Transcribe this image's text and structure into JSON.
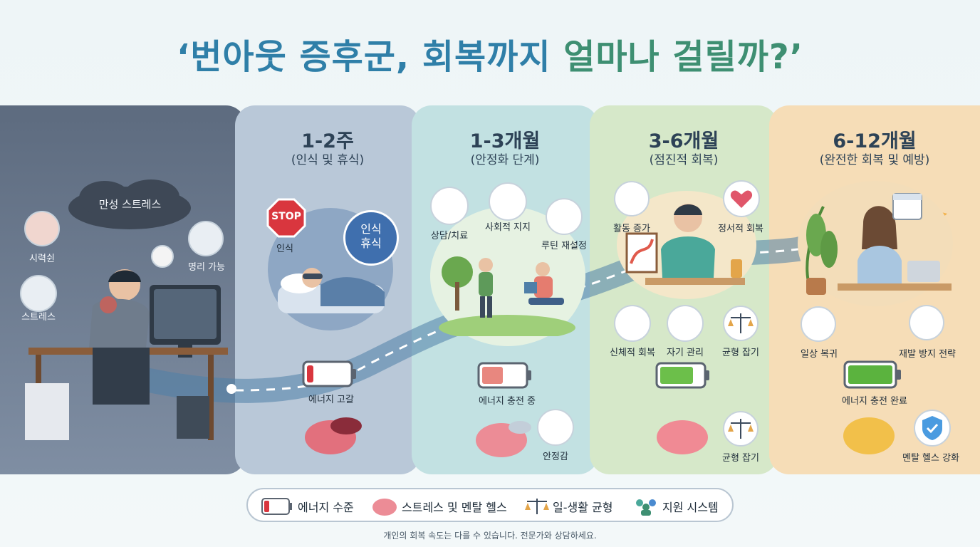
{
  "title": {
    "part1": "‘번아웃 증후군, 회복까지 ",
    "part2": "얼마나 걸릴까?’"
  },
  "intro": {
    "cloud": "만성 스트레스",
    "symptoms": [
      "시력쉰",
      "스트레스",
      "명리 가능"
    ]
  },
  "stages": [
    {
      "period": "1-2주",
      "subtitle": "(인식 및 휴식)",
      "labels": [
        "STOP",
        "인식",
        "인식\n휴식",
        "에너지 고갈"
      ],
      "battery_level": 0.15
    },
    {
      "period": "1-3개월",
      "subtitle": "(안정화 단계)",
      "labels": [
        "상담/치료",
        "사회적 지지",
        "루틴 재설정",
        "에너지 충전 중",
        "안정감"
      ],
      "battery_level": 0.5
    },
    {
      "period": "3-6개월",
      "subtitle": "(점진적 회복)",
      "labels": [
        "활동 증가",
        "정서적 회복",
        "신체적 회복",
        "자기 관리",
        "균형 잡기",
        "균형 잡기"
      ],
      "battery_level": 0.8
    },
    {
      "period": "6-12개월",
      "subtitle": "(완전한 회복 및 예방)",
      "labels": [
        "일상 복귀",
        "재발 방지 전략",
        "에너지 충전 완료",
        "멘탈 헬스 강화"
      ],
      "battery_level": 1.0
    }
  ],
  "legend": [
    "에너지 수준",
    "스트레스 및 멘탈 헬스",
    "일-생활 균형",
    "지원 시스템"
  ],
  "footnote": "개인의 회복 속도는 다를 수 있습니다. 전문가와 상담하세요.",
  "colors": {
    "title_blue": "#2f7fa8",
    "title_green": "#3e8f72",
    "battery_low": "#d9363e",
    "battery_mid": "#e8877f",
    "battery_high": "#6cbf4a"
  },
  "icons": [
    "stop-sign-icon",
    "battery-icon",
    "brain-icon",
    "scale-icon",
    "people-icon",
    "shield-check-icon",
    "calendar-icon",
    "heart-icon",
    "plant-icon"
  ]
}
